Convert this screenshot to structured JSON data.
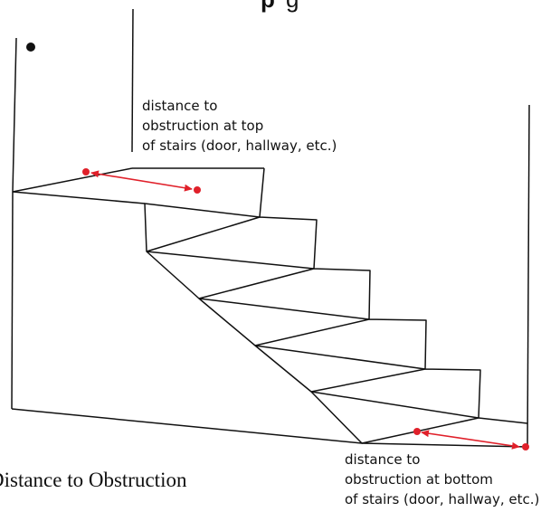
{
  "diagram": {
    "top_label": [
      "distance to",
      "obstruction at top",
      "of stairs (door, hallway, etc.)"
    ],
    "bottom_label": [
      "distance to",
      "obstruction at bottom",
      "of stairs  (door, hallway, etc.)"
    ],
    "caption": "Distance to Obstruction",
    "colors": {
      "line": "#111111",
      "accent": "#e0202a"
    }
  }
}
